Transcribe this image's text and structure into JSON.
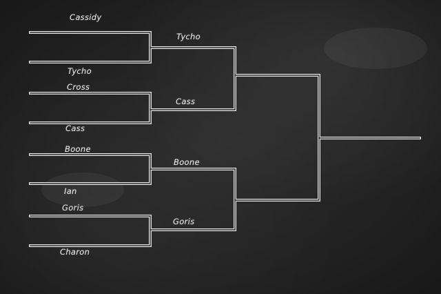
{
  "round1": [
    "Cassidy",
    "Tycho",
    "Cross",
    "Cass",
    "Boone",
    "Ian",
    "Goris",
    "Charon"
  ],
  "round2": [
    "Tycho",
    "Cass",
    "Boone",
    "Goris"
  ]
}
